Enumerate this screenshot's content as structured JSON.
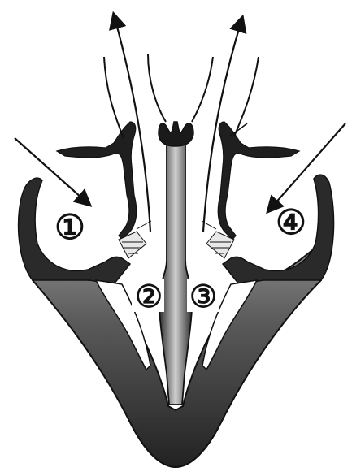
{
  "diagram": {
    "labels": [
      {
        "id": "label-1",
        "text": "①"
      },
      {
        "id": "label-2",
        "text": "②"
      },
      {
        "id": "label-3",
        "text": "③"
      },
      {
        "id": "label-4",
        "text": "④"
      }
    ],
    "colors": {
      "wall": "#1a1a1a",
      "muscle_dark": "#2c2c2c",
      "muscle_light": "#7a7a7a",
      "chamber": "#ffffff",
      "line": "#111111"
    },
    "icons": [
      "arrow-icon",
      "valve-icon"
    ]
  }
}
